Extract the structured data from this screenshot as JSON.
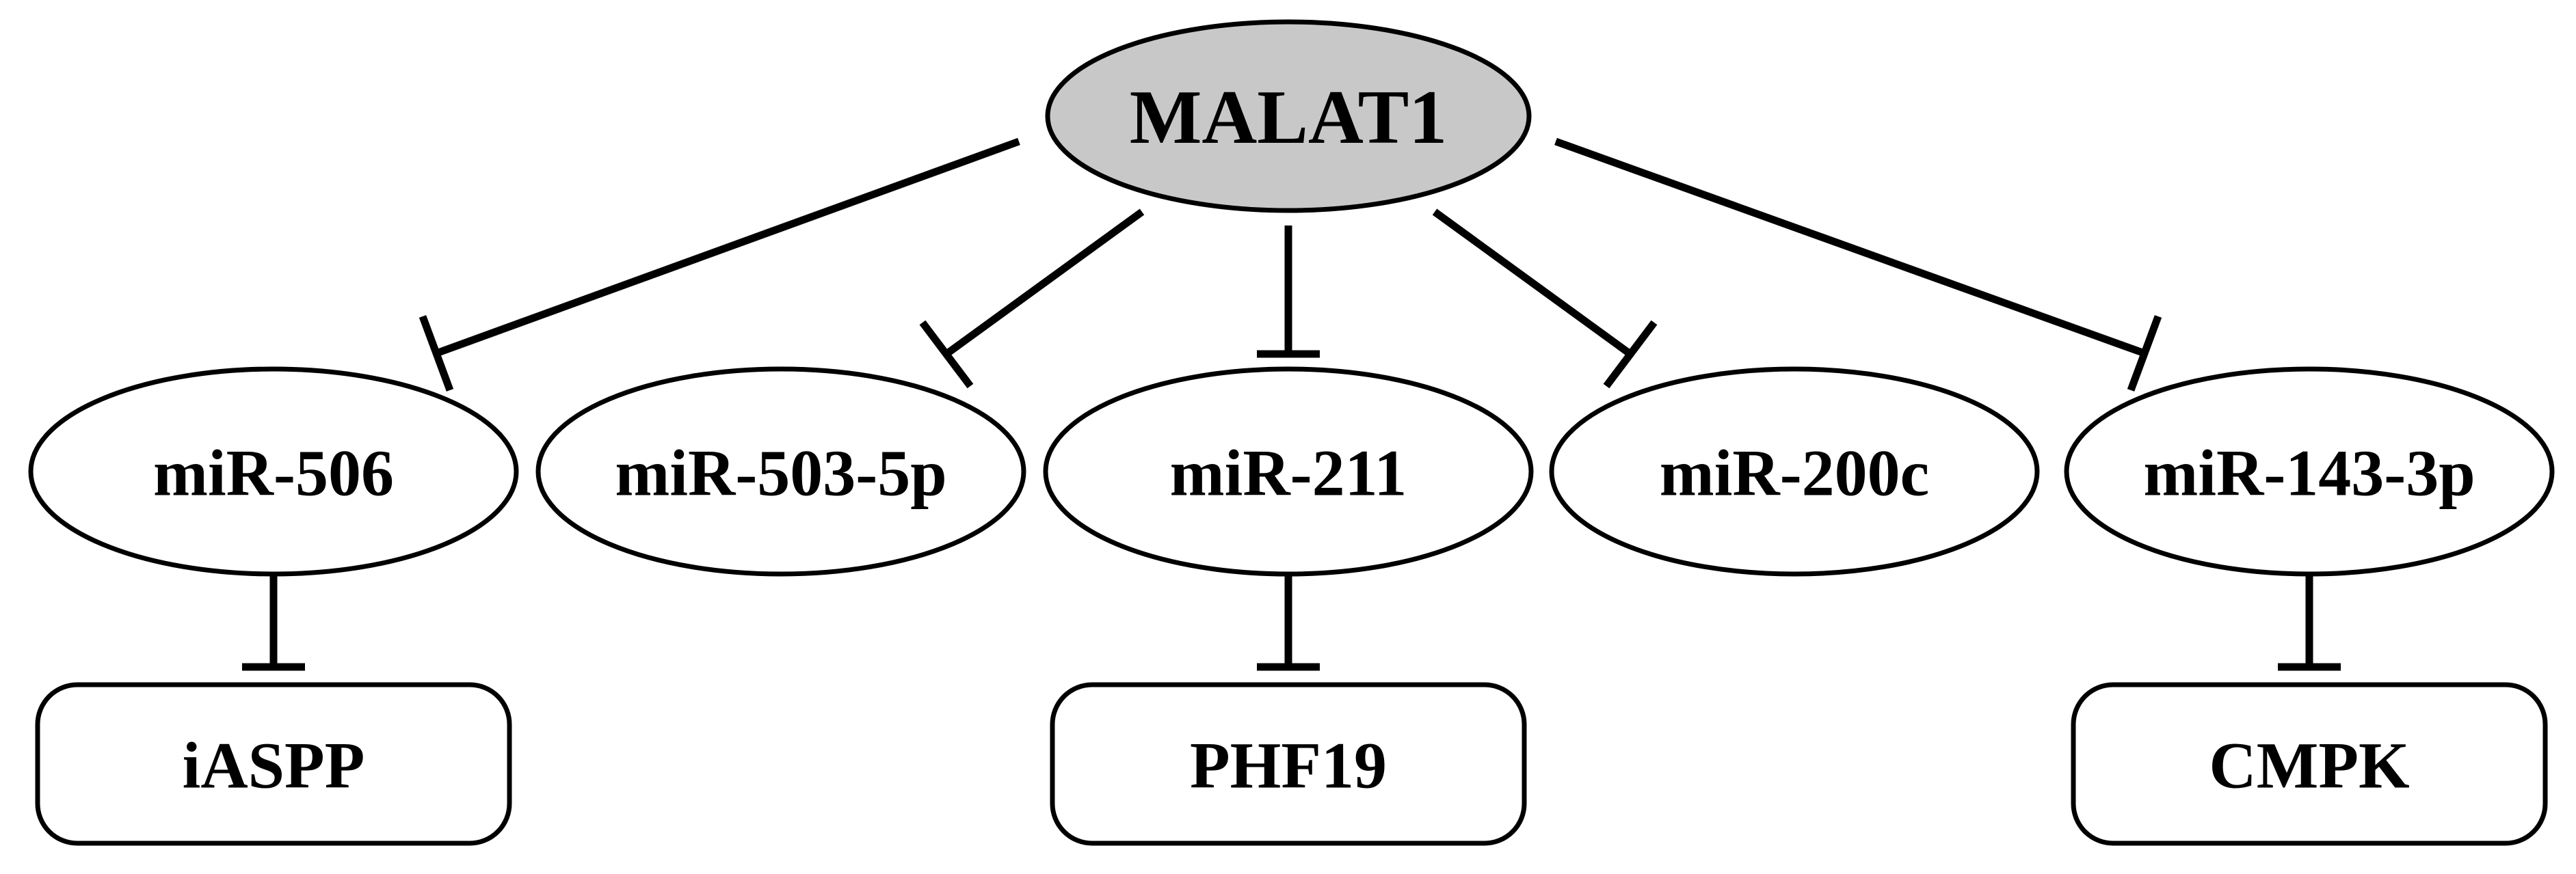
{
  "diagram": {
    "root": {
      "id": "malat1",
      "label": "MALAT1",
      "fill": "#c8c8c8"
    },
    "mirnas": [
      {
        "id": "mir506",
        "label": "miR-506"
      },
      {
        "id": "mir503",
        "label": "miR-503-5p"
      },
      {
        "id": "mir211",
        "label": "miR-211"
      },
      {
        "id": "mir200c",
        "label": "miR-200c"
      },
      {
        "id": "mir143",
        "label": "miR-143-3p"
      }
    ],
    "targets": [
      {
        "id": "iaspp",
        "label": "iASPP",
        "regulator": "mir506"
      },
      {
        "id": "phf19",
        "label": "PHF19",
        "regulator": "mir211"
      },
      {
        "id": "cmpk",
        "label": "CMPK",
        "regulator": "mir143"
      }
    ],
    "edges": [
      {
        "from": "malat1",
        "to": "mir506",
        "type": "inhibition"
      },
      {
        "from": "malat1",
        "to": "mir503",
        "type": "inhibition"
      },
      {
        "from": "malat1",
        "to": "mir211",
        "type": "inhibition"
      },
      {
        "from": "malat1",
        "to": "mir200c",
        "type": "inhibition"
      },
      {
        "from": "malat1",
        "to": "mir143",
        "type": "inhibition"
      },
      {
        "from": "mir506",
        "to": "iaspp",
        "type": "inhibition"
      },
      {
        "from": "mir211",
        "to": "phf19",
        "type": "inhibition"
      },
      {
        "from": "mir143",
        "to": "cmpk",
        "type": "inhibition"
      }
    ]
  }
}
